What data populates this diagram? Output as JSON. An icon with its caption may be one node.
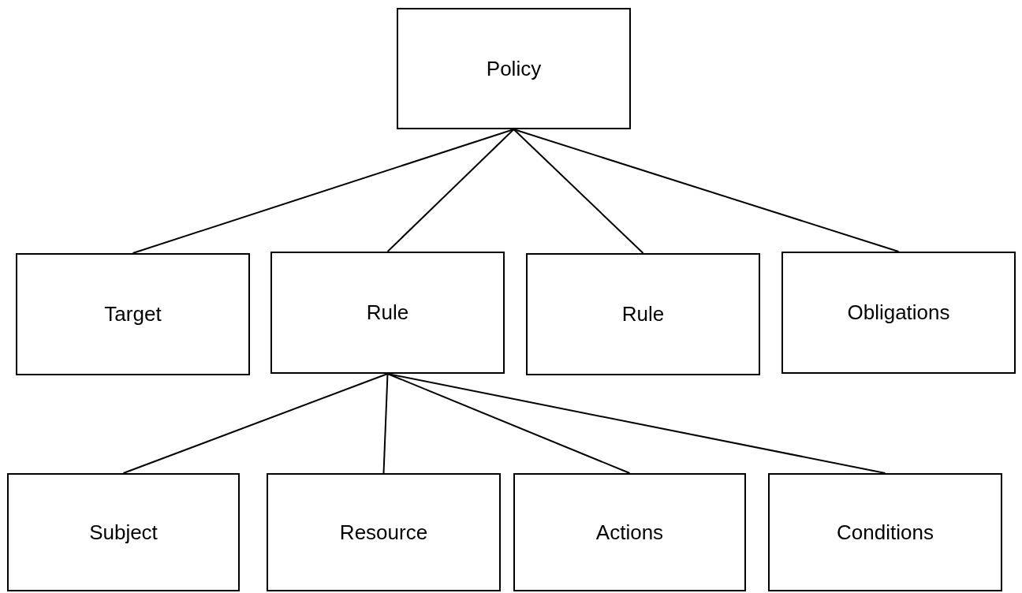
{
  "diagram": {
    "nodes": [
      {
        "text": [
          "Policy"
        ]
      },
      {
        "text": [
          "Target"
        ]
      },
      {
        "text": [
          "Rule"
        ]
      },
      {
        "text": [
          "Rule"
        ]
      },
      {
        "text": [
          "Obligations"
        ]
      },
      {
        "text": [
          "Subject"
        ]
      },
      {
        "text": [
          "Resource"
        ]
      },
      {
        "text": [
          "Actions"
        ]
      },
      {
        "text": [
          "Conditions"
        ]
      }
    ],
    "edges": [
      {
        "from": 0,
        "to": 1,
        "arrow": "none"
      },
      {
        "from": 0,
        "to": 2,
        "arrow": "none"
      },
      {
        "from": 0,
        "to": 3,
        "arrow": "none"
      },
      {
        "from": 0,
        "to": 4,
        "arrow": "none"
      },
      {
        "from": 2,
        "to": 5,
        "arrow": "none"
      },
      {
        "from": 2,
        "to": 6,
        "arrow": "none"
      },
      {
        "from": 2,
        "to": 7,
        "arrow": "none"
      },
      {
        "from": 2,
        "to": 8,
        "arrow": "none"
      }
    ]
  }
}
